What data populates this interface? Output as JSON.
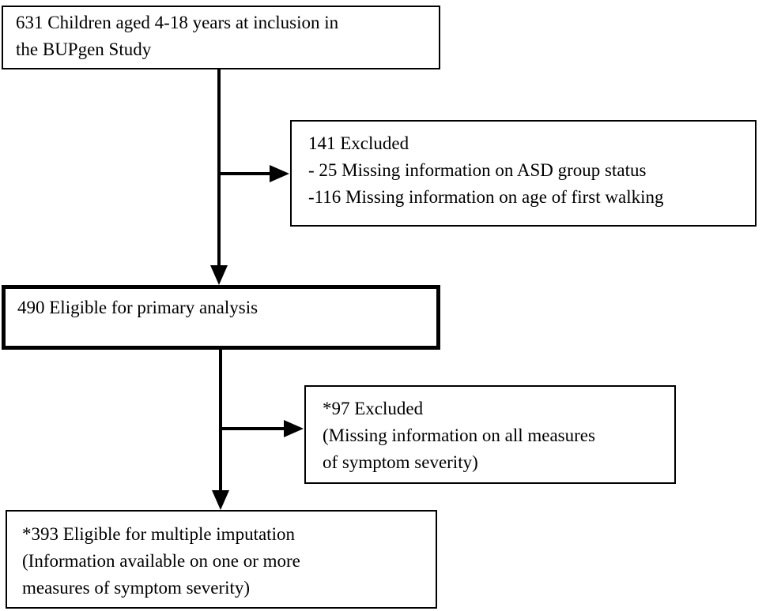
{
  "colors": {
    "background": "#ffffff",
    "line": "#000000",
    "text": "#000000",
    "box_border": "#000000"
  },
  "flowchart": {
    "box_inclusion": {
      "line1": "631 Children aged 4-18 years at inclusion in",
      "line2": "the BUPgen Study"
    },
    "box_excluded_first": {
      "line1": "141 Excluded",
      "line2": "- 25 Missing information on ASD group status",
      "line3": "-116 Missing information on age of first walking"
    },
    "box_eligible_primary": {
      "line1": "490 Eligible for primary analysis"
    },
    "box_excluded_second": {
      "line1": "*97 Excluded",
      "line2": "(Missing information on all measures",
      "line3": "of symptom severity)"
    },
    "box_eligible_imputation": {
      "line1": "*393 Eligible for multiple imputation",
      "line2": "(Information available on one or more",
      "line3": "measures of symptom severity)"
    }
  }
}
